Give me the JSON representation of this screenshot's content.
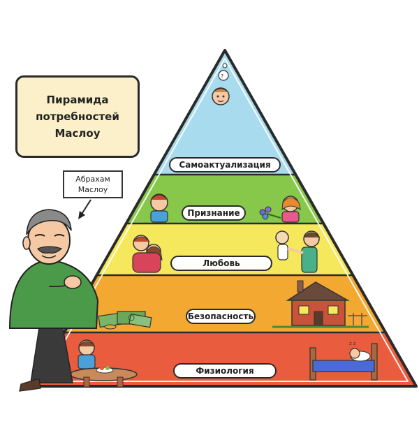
{
  "title": "Пирамида\nпотребностей\nМаслоу",
  "author_note": "Абрахам\nМаслоу",
  "levels": [
    {
      "label": "Самоактуализация",
      "color": "#a8dbee"
    },
    {
      "label": "Признание",
      "color": "#87c84b"
    },
    {
      "label": "Любовь",
      "color": "#f6e85c"
    },
    {
      "label": "Безопасность",
      "color": "#f3a832"
    },
    {
      "label": "Физиология",
      "color": "#ea5c3e"
    }
  ]
}
